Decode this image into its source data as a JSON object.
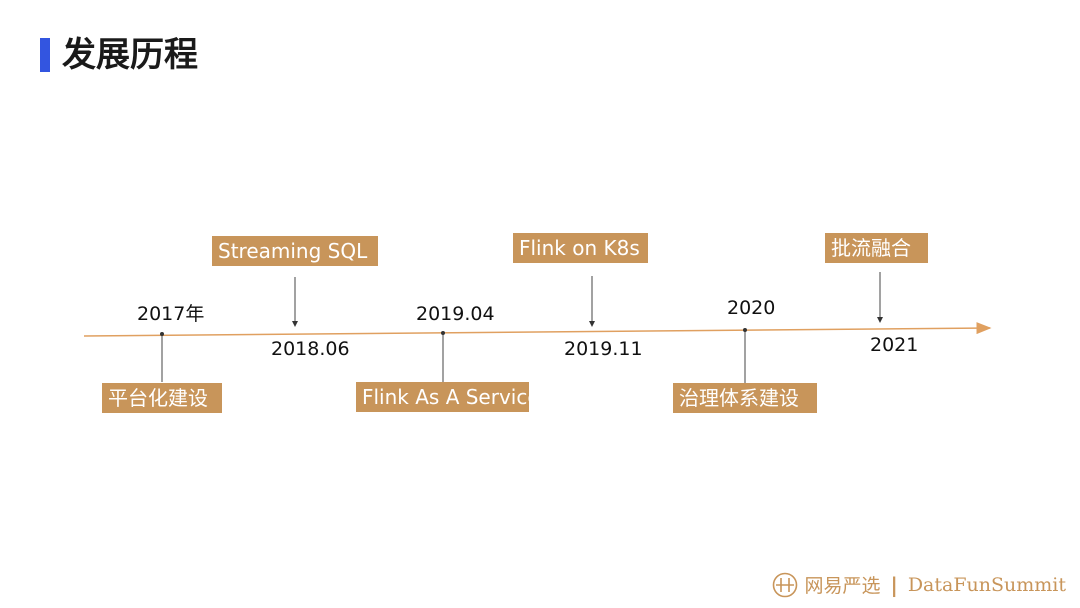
{
  "slide": {
    "title": "发展历程"
  },
  "timeline": {
    "arrow_color": "#e0a060",
    "box_color": "#c8955a",
    "events": [
      {
        "year": "2017年",
        "label": "平台化建设"
      },
      {
        "year": "2018.06",
        "label": "Streaming SQL"
      },
      {
        "year": "2019.04",
        "label": "Flink As A Service"
      },
      {
        "year": "2019.11",
        "label": "Flink on K8s"
      },
      {
        "year": "2020",
        "label": "治理体系建设"
      },
      {
        "year": "2021",
        "label": "批流融合"
      }
    ]
  },
  "footer": {
    "logo_cn": "网易严选",
    "separator": "|",
    "logo_en": "DataFunSummit"
  }
}
